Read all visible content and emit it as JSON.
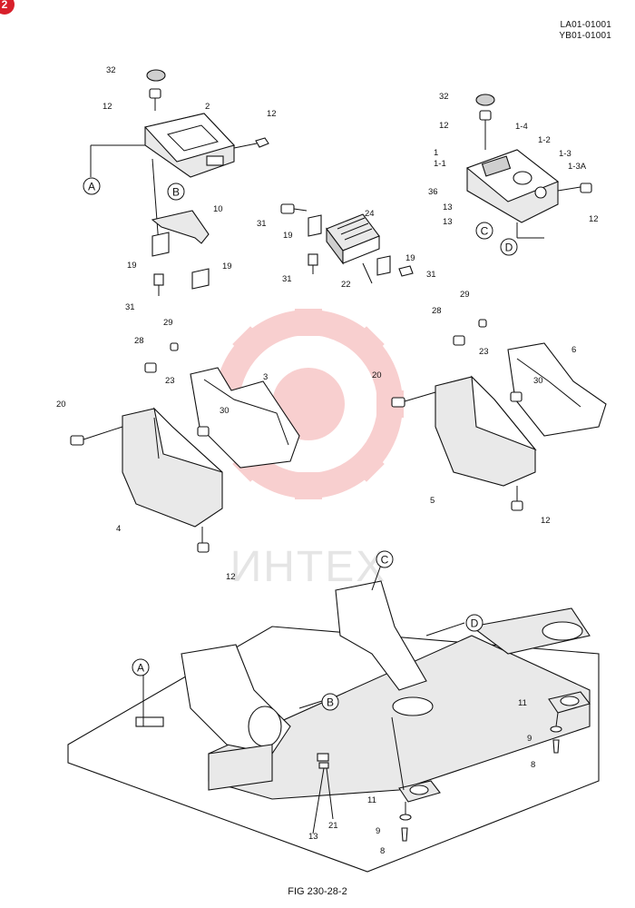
{
  "badge": "2",
  "header": {
    "code1": "LA01-01001",
    "code2": "YB01-01001"
  },
  "figure_caption": "FIG 230-28-2",
  "watermark_text": "ИНТЕХ",
  "colors": {
    "watermark": "#f3a9a9",
    "badge": "#d8202b",
    "line": "#111111"
  },
  "ref_markers": [
    "A",
    "B",
    "C",
    "D"
  ],
  "part_labels": [
    "32",
    "12",
    "2",
    "12",
    "A",
    "B",
    "10",
    "19",
    "19",
    "31",
    "31",
    "24",
    "19",
    "19",
    "31",
    "22",
    "31",
    "32",
    "12",
    "1-4",
    "1-2",
    "1",
    "1-1",
    "1-3",
    "1-3A",
    "36",
    "13",
    "13",
    "C",
    "D",
    "12",
    "28",
    "29",
    "3",
    "23",
    "20",
    "30",
    "4",
    "12",
    "28",
    "29",
    "6",
    "23",
    "20",
    "30",
    "5",
    "12",
    "C",
    "D",
    "A",
    "B",
    "11",
    "9",
    "8",
    "11",
    "9",
    "8",
    "13",
    "21"
  ]
}
